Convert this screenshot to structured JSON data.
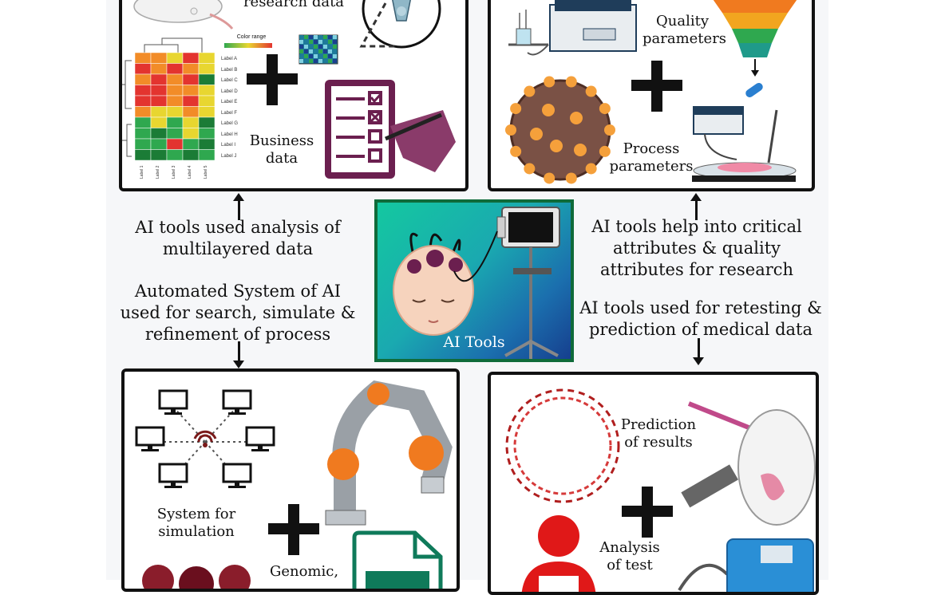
{
  "panels": {
    "top_left": {
      "research_label": "research data",
      "color_range_label": "Color range",
      "heatmap_row_labels": [
        "Label A",
        "Label B",
        "Label C",
        "Label D",
        "Label E",
        "Label F",
        "Label G",
        "Label H",
        "Label I",
        "Label J"
      ],
      "heatmap_col_labels": [
        "Label 1",
        "Label 2",
        "Label 3",
        "Label 4",
        "Label 5"
      ],
      "business_label": [
        "Business",
        "data"
      ]
    },
    "top_right": {
      "quality_label": [
        "Quality",
        "parameters"
      ],
      "process_label": [
        "Process",
        "parameters"
      ]
    },
    "bottom_left": {
      "simulation_label": [
        "System for",
        "simulation"
      ],
      "genomic_label": "Genomic,"
    },
    "bottom_right": {
      "prediction_label": [
        "Prediction",
        "of results"
      ],
      "analysis_label": [
        "Analysis",
        "of test"
      ]
    }
  },
  "captions": {
    "left_top": [
      "AI tools used analysis of",
      "multilayered data"
    ],
    "left_bottom": [
      "Automated System of AI",
      "used for search, simulate &",
      "refinement of process"
    ],
    "right_top": [
      "AI tools help into critical",
      "attributes & quality",
      "attributes for research"
    ],
    "right_bottom": [
      "AI tools used for retesting &",
      "prediction of medical data"
    ]
  },
  "center": {
    "label": "AI Tools"
  },
  "colors": {
    "heatmap_red": "#e3342f",
    "heatmap_orange": "#f28c28",
    "heatmap_yellow": "#e8d630",
    "heatmap_green": "#2fa84f",
    "heatmap_dark_green": "#1b7c36",
    "center_border": "#0f6b3a",
    "purple": "#6b1f4f"
  }
}
